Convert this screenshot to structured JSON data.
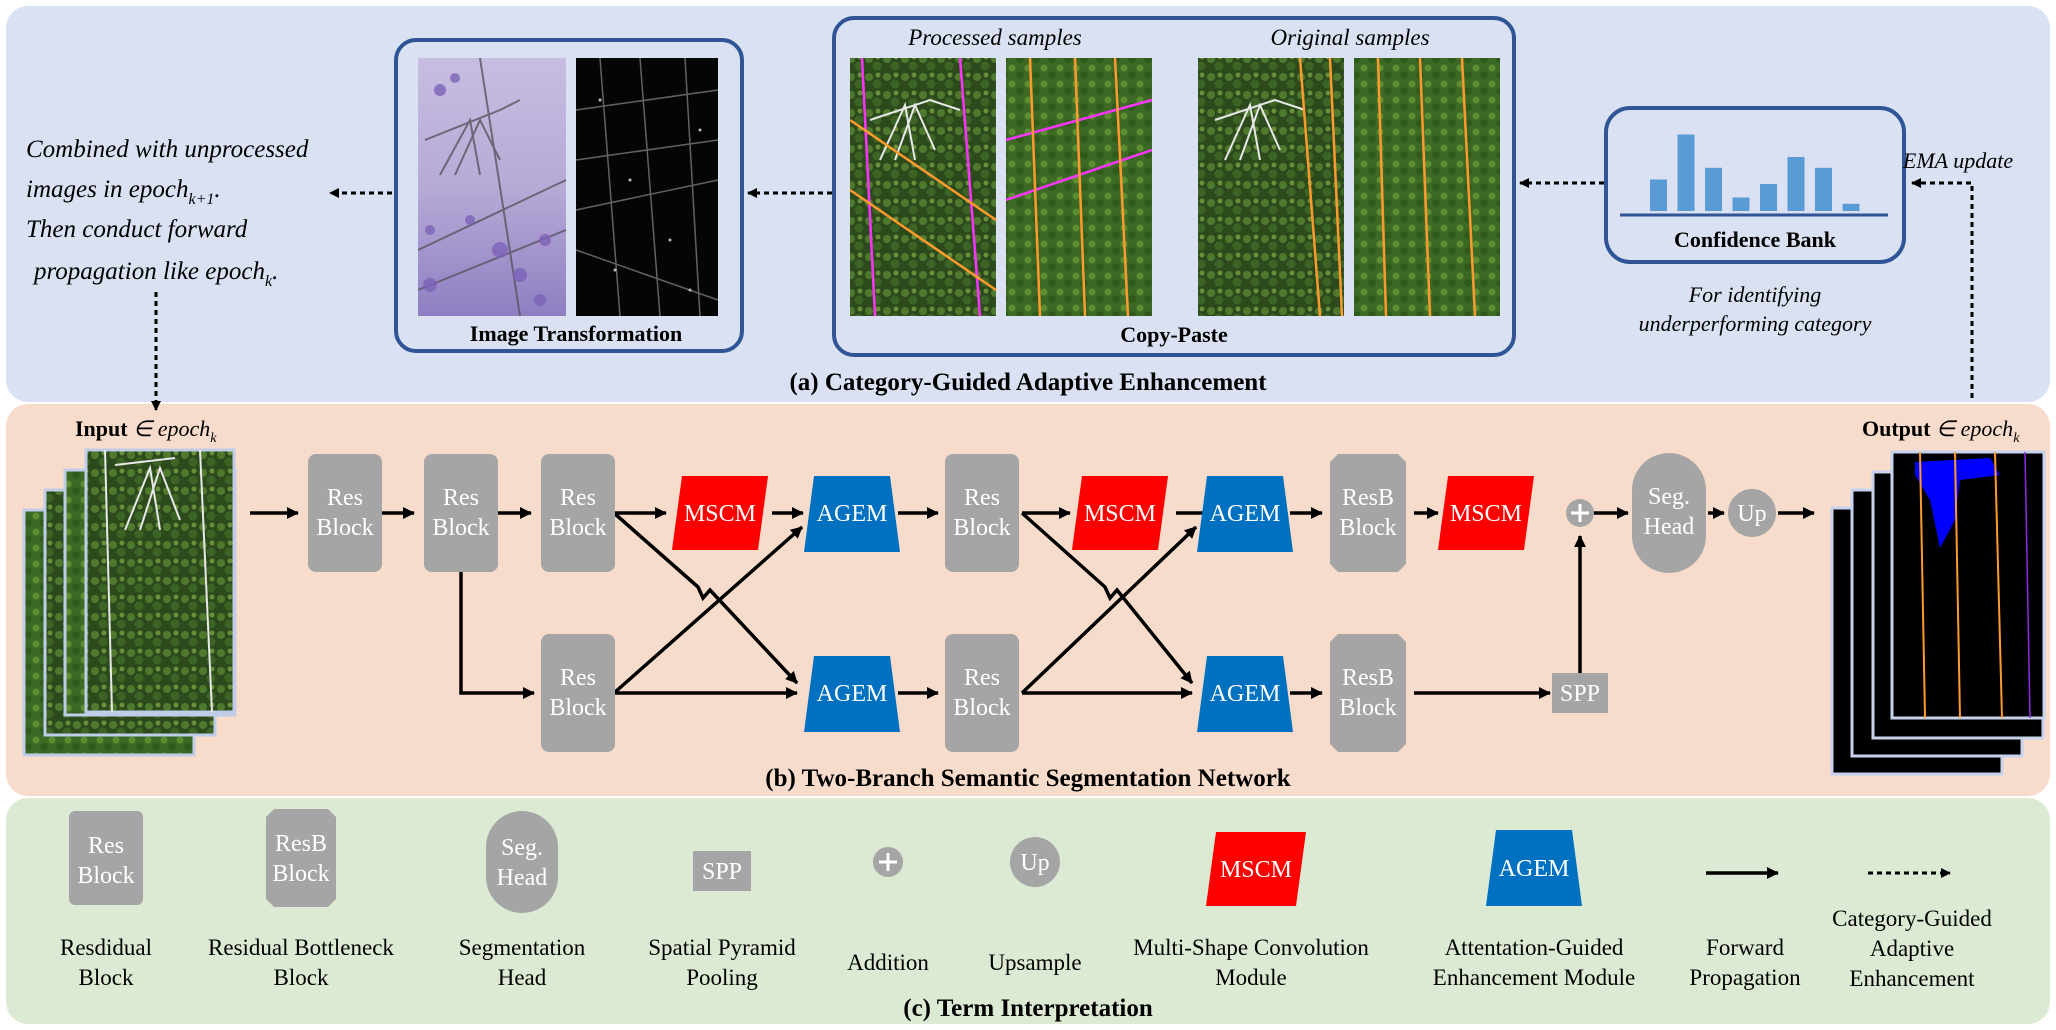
{
  "section_a": {
    "title": "(a) Category-Guided Adaptive Enhancement",
    "note_lines": [
      "Combined with unprocessed",
      "images in epoch",
      "Then conduct  forward",
      "propagation like epoch"
    ],
    "note_sub_k1": "k+1",
    "note_sub_k1_tail": ".",
    "note_sub_k": "k",
    "note_sub_k_tail": ".",
    "image_transformation_label": "Image Transformation",
    "processed_samples_label": "Processed samples",
    "original_samples_label": "Original samples",
    "copy_paste_label": "Copy-Paste",
    "confidence_bank_label": "Confidence Bank",
    "confidence_bars": [
      0.35,
      0.85,
      0.48,
      0.15,
      0.3,
      0.6,
      0.48,
      0.08
    ],
    "ema_label": "EMA update",
    "identify_lines": [
      "For identifying",
      "underperforming category"
    ]
  },
  "section_b": {
    "title": "(b) Two-Branch Semantic Segmentation Network",
    "input_label_bold": "Input",
    "input_label_rest": " ∈ epoch",
    "input_sub": "k",
    "output_label_bold": "Output",
    "output_label_rest": " ∈ epoch",
    "output_sub": "k",
    "res_block": [
      "Res",
      "Block"
    ],
    "resb_block": [
      "ResB",
      "Block"
    ],
    "mscm": "MSCM",
    "agem": "AGEM",
    "spp": "SPP",
    "seg_head": [
      "Seg.",
      "Head"
    ],
    "up": "Up"
  },
  "section_c": {
    "title": "(c) Term Interpretation",
    "legend": [
      {
        "symbol": [
          "Res",
          "Block"
        ],
        "desc": [
          "Resdidual",
          "Block"
        ]
      },
      {
        "symbol": [
          "ResB",
          "Block"
        ],
        "desc": [
          "Residual Bottleneck",
          "Block"
        ]
      },
      {
        "symbol": [
          "Seg.",
          "Head"
        ],
        "desc": [
          "Segmentation",
          "Head"
        ]
      },
      {
        "symbol": [
          "SPP"
        ],
        "desc": [
          "Spatial Pyramid",
          "Pooling"
        ]
      },
      {
        "symbol": [],
        "desc": [
          "Addition"
        ]
      },
      {
        "symbol": [
          "Up"
        ],
        "desc": [
          "Upsample"
        ]
      },
      {
        "symbol": [
          "MSCM"
        ],
        "desc": [
          "Multi-Shape Convolution",
          "Module"
        ]
      },
      {
        "symbol": [
          "AGEM"
        ],
        "desc": [
          "Attentation-Guided",
          "Enhancement Module"
        ]
      },
      {
        "symbol": [],
        "desc": [
          "Forward",
          "Propagation"
        ]
      },
      {
        "symbol": [],
        "desc": [
          "Category-Guided",
          "Adaptive",
          "Enhancement"
        ]
      }
    ]
  },
  "colors": {
    "panel_a": "#d9e1f2",
    "panel_b": "#f8dccb",
    "panel_c": "#dcead3",
    "frame_blue": "#2f5597",
    "gray_block": "#a5a5a5",
    "mscm_red": "#ff0000",
    "agem_blue": "#0070c0",
    "bar_blue": "#5b9bd5"
  }
}
